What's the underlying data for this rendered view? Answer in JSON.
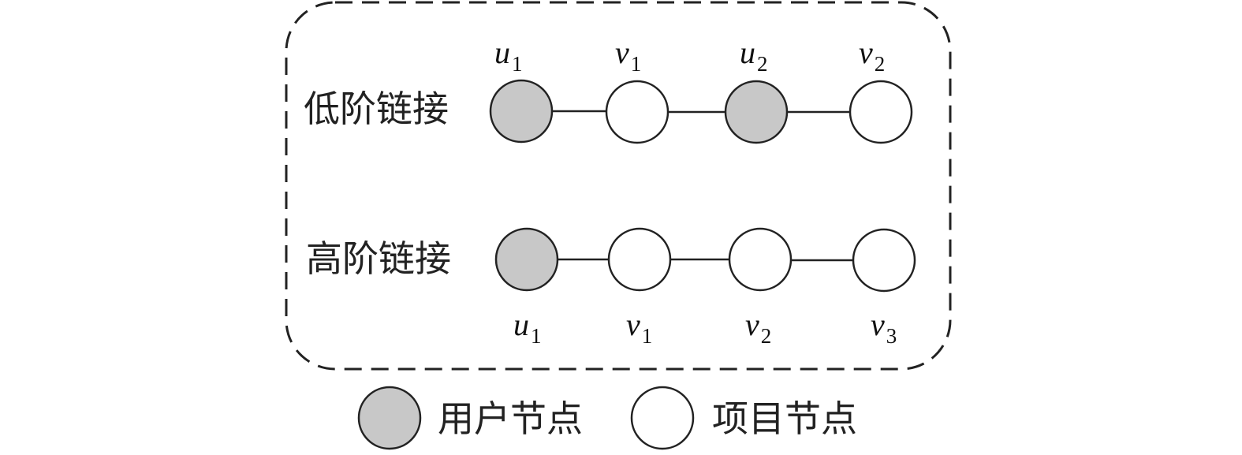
{
  "diagram": {
    "rows": [
      {
        "label": "低阶链接",
        "nodes": [
          {
            "var": "u",
            "sub": "1",
            "type": "user"
          },
          {
            "var": "v",
            "sub": "1",
            "type": "item"
          },
          {
            "var": "u",
            "sub": "2",
            "type": "user"
          },
          {
            "var": "v",
            "sub": "2",
            "type": "item"
          }
        ]
      },
      {
        "label": "高阶链接",
        "nodes": [
          {
            "var": "u",
            "sub": "1",
            "type": "user"
          },
          {
            "var": "v",
            "sub": "1",
            "type": "item"
          },
          {
            "var": "v",
            "sub": "2",
            "type": "item"
          },
          {
            "var": "v",
            "sub": "3",
            "type": "item"
          }
        ]
      }
    ],
    "legend": [
      {
        "type": "user",
        "label": "用户节点"
      },
      {
        "type": "item",
        "label": "项目节点"
      }
    ],
    "colors": {
      "user_fill": "#c8c8c8",
      "item_fill": "#ffffff",
      "stroke": "#222222",
      "frame": "#222222"
    }
  }
}
